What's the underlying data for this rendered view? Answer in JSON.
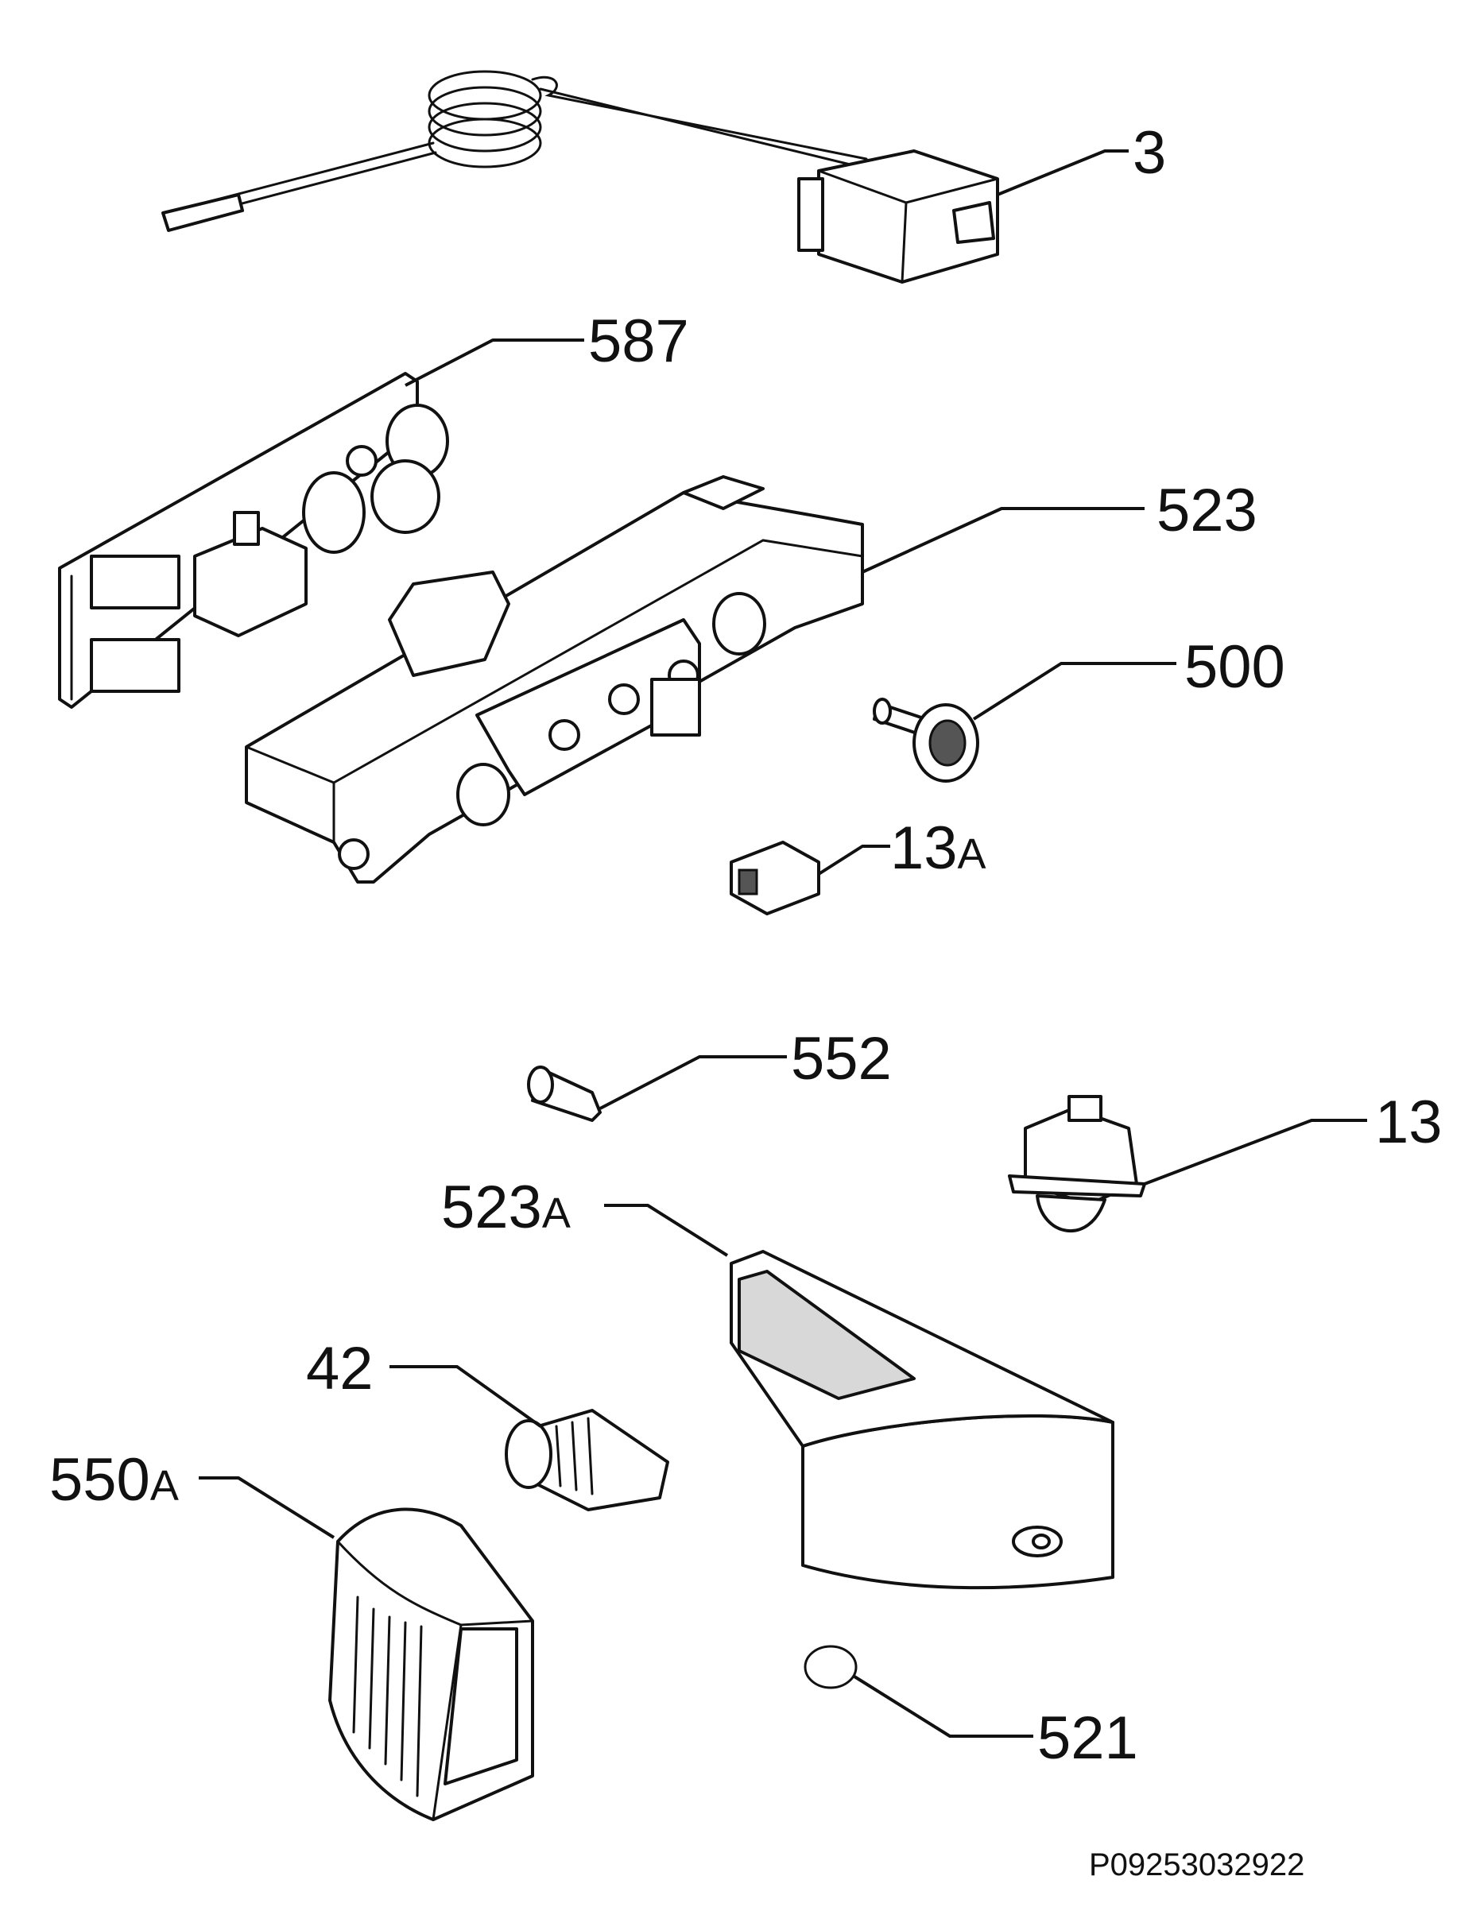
{
  "labels": {
    "p3": {
      "num": "3",
      "suffix": ""
    },
    "p587": {
      "num": "587",
      "suffix": ""
    },
    "p523": {
      "num": "523",
      "suffix": ""
    },
    "p500": {
      "num": "500",
      "suffix": ""
    },
    "p13a": {
      "num": "13",
      "suffix": "A"
    },
    "p552": {
      "num": "552",
      "suffix": ""
    },
    "p13": {
      "num": "13",
      "suffix": ""
    },
    "p523a": {
      "num": "523",
      "suffix": "A"
    },
    "p42": {
      "num": "42",
      "suffix": ""
    },
    "p550a": {
      "num": "550",
      "suffix": "A"
    },
    "p521": {
      "num": "521",
      "suffix": ""
    }
  },
  "drawing_reference": "P09253032922",
  "colors": {
    "line": "#111111",
    "background": "#ffffff",
    "shade": "#d8d8d8"
  }
}
